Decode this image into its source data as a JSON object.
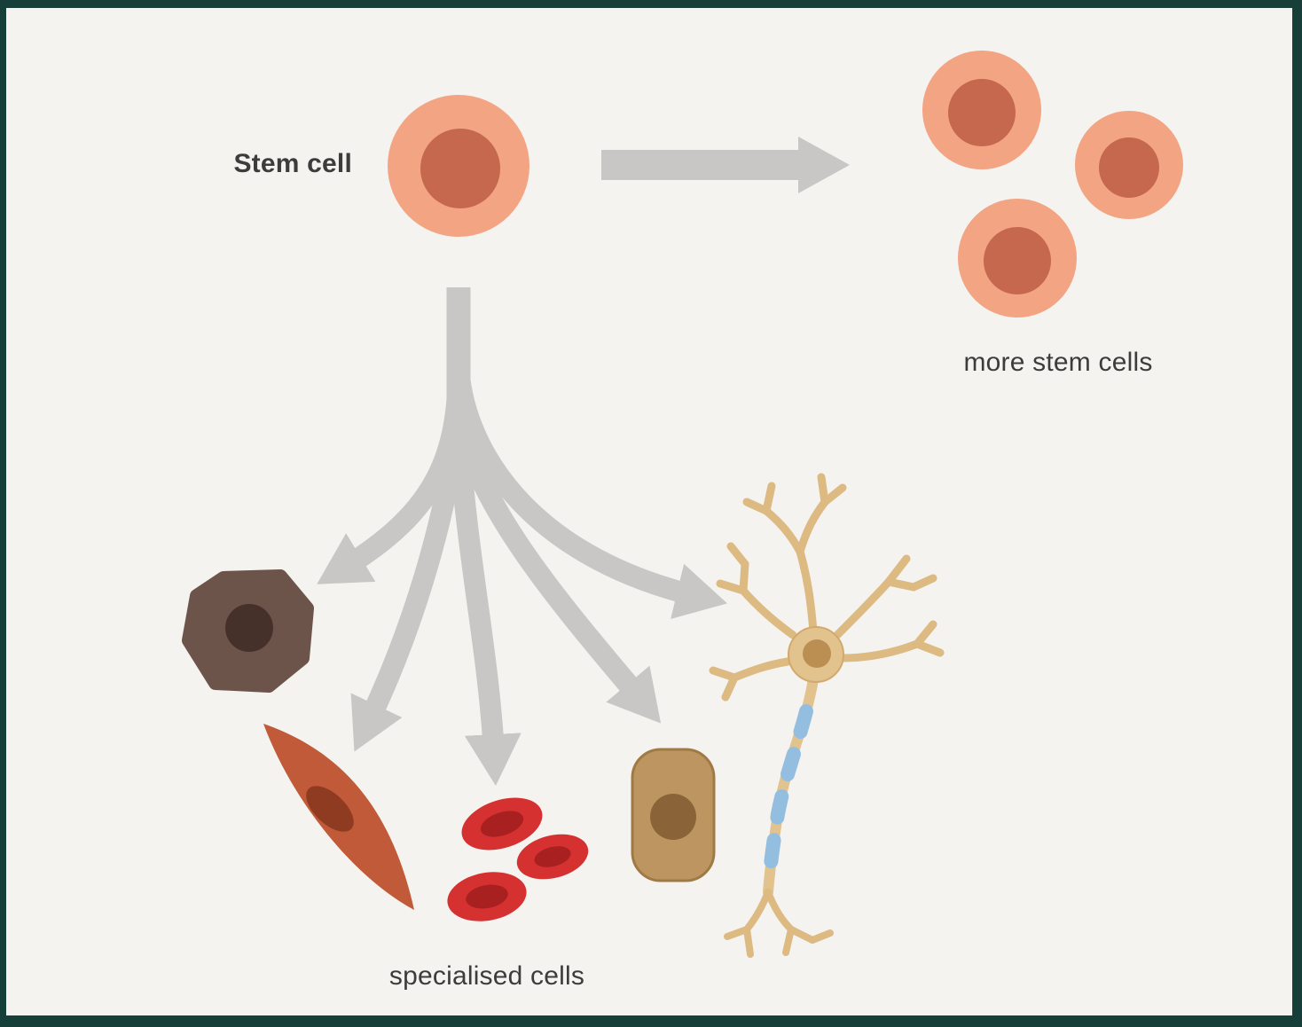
{
  "diagram": {
    "labels": {
      "stem_cell": "Stem cell",
      "more_stem_cells": "more stem cells",
      "specialised_cells": "specialised cells"
    },
    "colors": {
      "background": "#f4f3ef",
      "frame": "#173f39",
      "arrow": "#c8c7c5",
      "text": "#3c3c3c",
      "stem_cell_body": "#f2a483",
      "stem_cell_nucleus": "#c5684e",
      "polygonal_cell_body": "#6d544b",
      "polygonal_cell_nucleus": "#46312a",
      "muscle_cell_body": "#c05a38",
      "muscle_cell_nucleus": "#8f3b22",
      "red_blood_cell": "#d63131",
      "red_blood_cell_dimple": "#a82020",
      "epithelial_cell_body": "#bd9560",
      "epithelial_cell_nucleus": "#8a6438",
      "neuron_body": "#e2c28d",
      "neuron_branch": "#dcba82",
      "neuron_nucleus": "#bb8f52",
      "myelin": "#94bedf"
    }
  }
}
